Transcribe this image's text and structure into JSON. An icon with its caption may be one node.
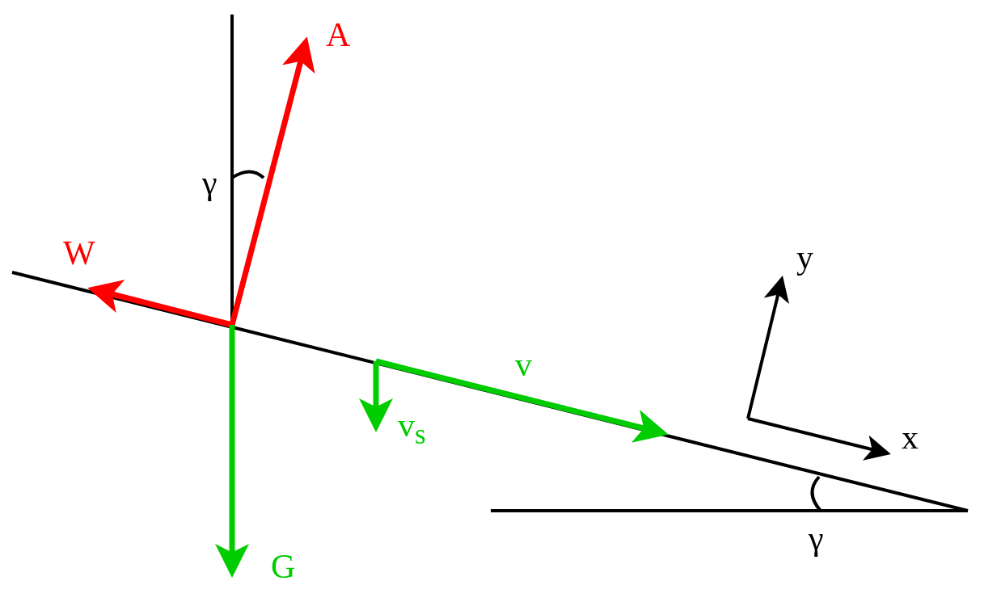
{
  "diagram": {
    "labels": [
      "A",
      "γ",
      "W",
      "y",
      "v",
      "v$_{s}$",
      "x",
      "γ",
      "G"
    ]
  }
}
